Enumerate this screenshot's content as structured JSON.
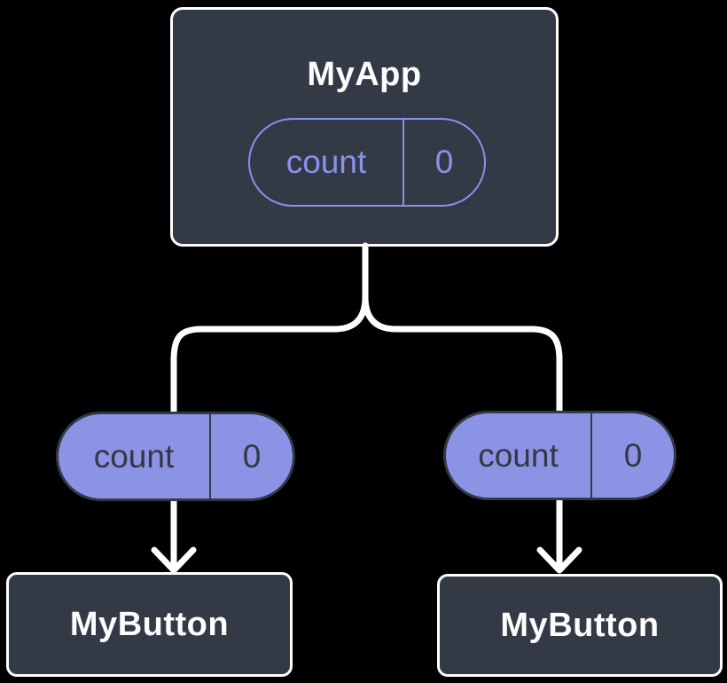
{
  "diagram": {
    "root": {
      "title": "MyApp",
      "state_pill": {
        "label": "count",
        "value": "0"
      }
    },
    "children": [
      {
        "title": "MyButton",
        "prop_pill": {
          "label": "count",
          "value": "0"
        }
      },
      {
        "title": "MyButton",
        "prop_pill": {
          "label": "count",
          "value": "0"
        }
      }
    ],
    "colors": {
      "background": "#000000",
      "component-fill": "#333A45",
      "component-border": "#FFFFFF",
      "title-text": "#FCFDFE",
      "state-purple": "#8792EA",
      "prop-pill-fill": "#8C92E4",
      "prop-pill-ink": "#323845",
      "connector": "#FFFFFF"
    }
  }
}
